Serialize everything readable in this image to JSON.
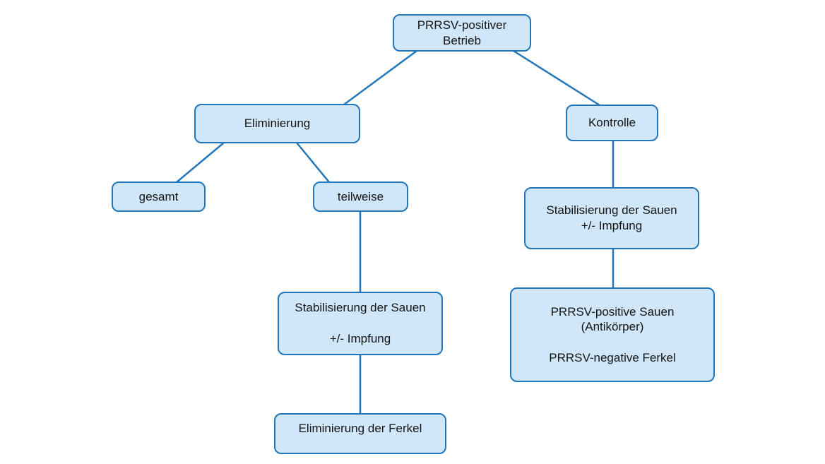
{
  "diagram": {
    "title": "PRRSV Bestandsstrategie Flussdiagramm",
    "accent_color": "#2277bb",
    "node_fill_color": "#cfe7f8",
    "nodes": {
      "root": {
        "label": "PRRSV-positiver\nBetrieb"
      },
      "eliminierung": {
        "label": "Eliminierung"
      },
      "kontrolle": {
        "label": "Kontrolle"
      },
      "gesamt": {
        "label": "gesamt"
      },
      "teilweise": {
        "label": "teilweise"
      },
      "stab_right": {
        "label": "Stabilisierung der Sauen\n+/- Impfung"
      },
      "stab_left": {
        "label": "Stabilisierung der Sauen\n\n+/- Impfung"
      },
      "result_right": {
        "label": "PRRSV-positive Sauen\n(Antikörper)\n\nPRRSV-negative Ferkel"
      },
      "elim_ferkel": {
        "label": "Eliminierung der Ferkel"
      }
    },
    "edges": [
      {
        "from": "root",
        "to": "eliminierung"
      },
      {
        "from": "root",
        "to": "kontrolle"
      },
      {
        "from": "eliminierung",
        "to": "gesamt"
      },
      {
        "from": "eliminierung",
        "to": "teilweise"
      },
      {
        "from": "teilweise",
        "to": "stab_left"
      },
      {
        "from": "stab_left",
        "to": "elim_ferkel"
      },
      {
        "from": "kontrolle",
        "to": "stab_right"
      },
      {
        "from": "stab_right",
        "to": "result_right"
      }
    ]
  }
}
